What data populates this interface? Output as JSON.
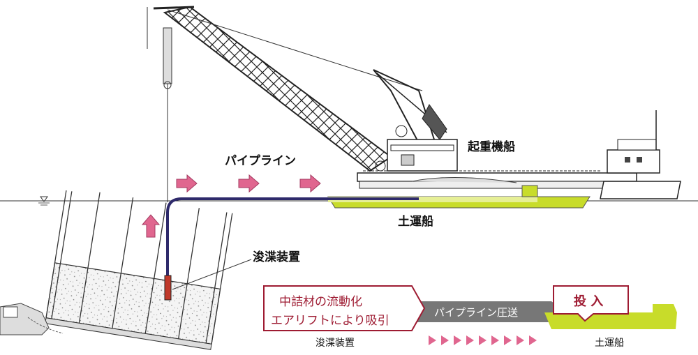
{
  "labels": {
    "crane_ship": "起重機船",
    "pipeline": "パイプライン",
    "soil_barge": "土運船",
    "dredge_device": "浚渫装置"
  },
  "process": {
    "step1_line1": "中詰材の流動化",
    "step1_line2": "エアリフトにより吸引",
    "step2": "パイプライン圧送",
    "step3": "投 入",
    "caption_left": "浚渫装置",
    "caption_right": "土運船"
  },
  "colors": {
    "pipe": "#2e2a6b",
    "arrow_pink": "#e0668f",
    "barge_green": "#c8dc2a",
    "process_red": "#9e1b32",
    "gray_band": "#777777"
  }
}
